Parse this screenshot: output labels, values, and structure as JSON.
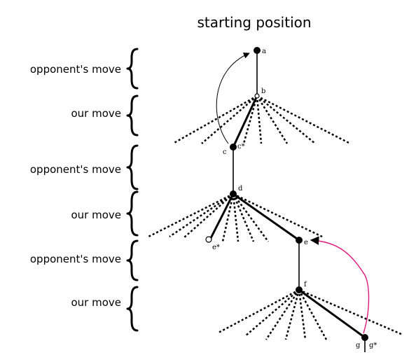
{
  "title": "starting position",
  "rows": [
    {
      "label": "opponent's move"
    },
    {
      "label": "our move"
    },
    {
      "label": "opponent's move"
    },
    {
      "label": "our move"
    },
    {
      "label": "opponent's move"
    },
    {
      "label": "our move"
    }
  ],
  "nodes": {
    "a": "a",
    "b": "b",
    "c": "c",
    "c_star": "c*",
    "d": "d",
    "e": "e",
    "e_star": "e*",
    "f": "f",
    "g": "g",
    "g_star": "g*"
  },
  "colors": {
    "ink": "#000000",
    "accent_arc": "#e0197a",
    "background": "#ffffff"
  }
}
